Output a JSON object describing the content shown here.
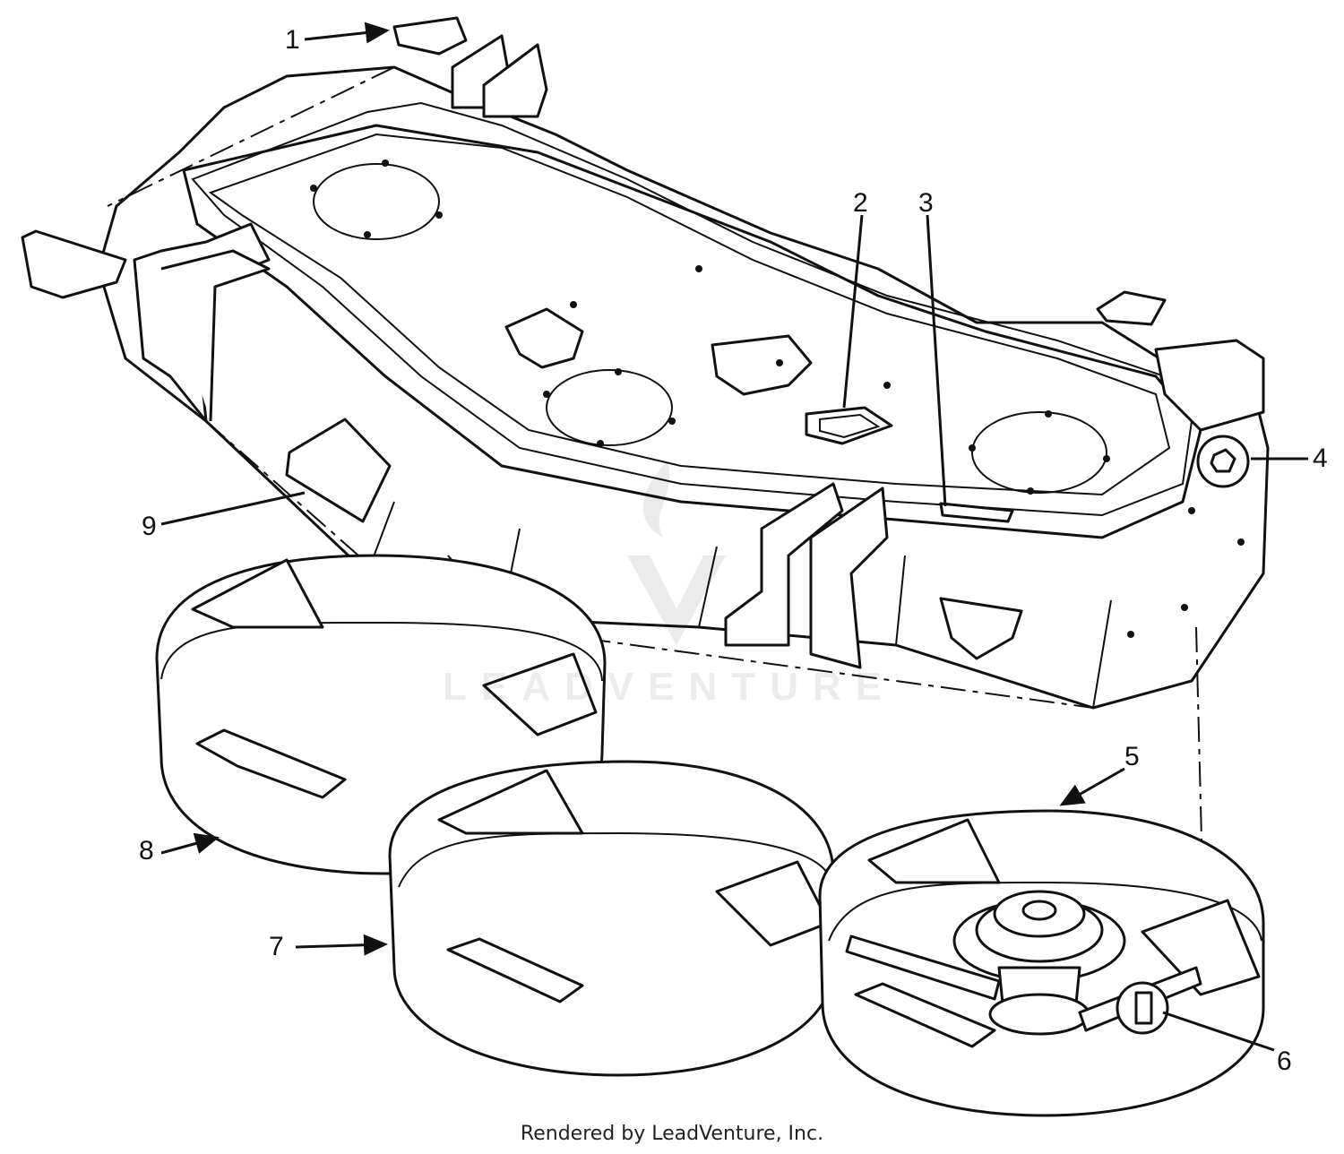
{
  "callouts": [
    {
      "id": "1",
      "label": "1"
    },
    {
      "id": "2",
      "label": "2"
    },
    {
      "id": "3",
      "label": "3"
    },
    {
      "id": "4",
      "label": "4"
    },
    {
      "id": "5",
      "label": "5"
    },
    {
      "id": "6",
      "label": "6"
    },
    {
      "id": "7",
      "label": "7"
    },
    {
      "id": "8",
      "label": "8"
    },
    {
      "id": "9",
      "label": "9"
    }
  ],
  "watermark": "LEADVENTURE",
  "footer": "Rendered by LeadVenture, Inc."
}
